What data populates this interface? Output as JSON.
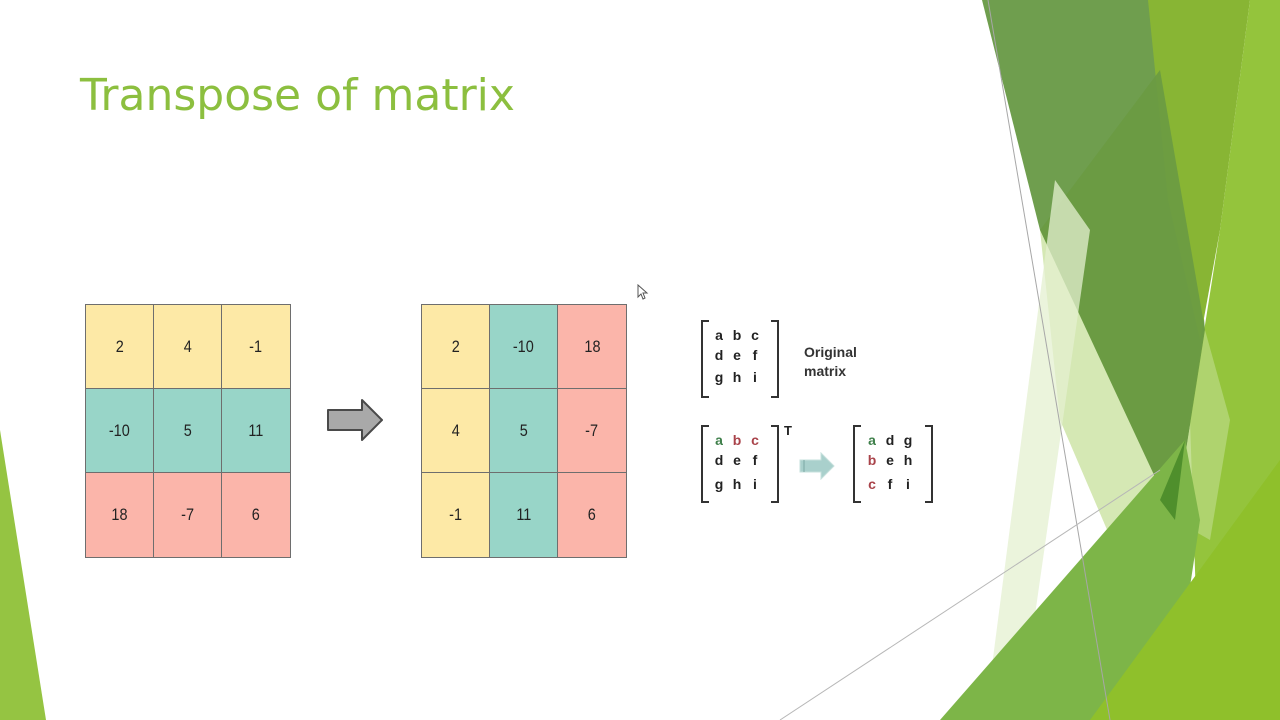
{
  "slide": {
    "title": "Transpose of matrix",
    "colors": {
      "title": "#8cbf3f",
      "yellow_cell": "#fde9a6",
      "teal_cell": "#98d5c8",
      "pink_cell": "#fbb5aa",
      "accent_dark_green": "#6a9a45",
      "accent_lime": "#8dbf2e"
    }
  },
  "original_matrix": {
    "rows": [
      [
        "2",
        "4",
        "-1"
      ],
      [
        "-10",
        "5",
        "11"
      ],
      [
        "18",
        "-7",
        "6"
      ]
    ],
    "row_colors": [
      "yellow",
      "teal",
      "pink"
    ]
  },
  "arrow": {
    "icon": "right-arrow-icon"
  },
  "transposed_matrix": {
    "rows": [
      [
        "2",
        "-10",
        "18"
      ],
      [
        "4",
        "5",
        "-7"
      ],
      [
        "-1",
        "11",
        "6"
      ]
    ],
    "column_colors": [
      "yellow",
      "teal",
      "pink"
    ]
  },
  "symbolic": {
    "original": {
      "rows": [
        [
          "a",
          "b",
          "c"
        ],
        [
          "d",
          "e",
          "f"
        ],
        [
          "g",
          "h",
          "i"
        ]
      ],
      "label_line1": "Original",
      "label_line2": "matrix"
    },
    "transpose_input": {
      "rows": [
        [
          "a",
          "b",
          "c"
        ],
        [
          "d",
          "e",
          "f"
        ],
        [
          "g",
          "h",
          "i"
        ]
      ],
      "superscript": "T"
    },
    "transpose_output": {
      "rows": [
        [
          "a",
          "d",
          "g"
        ],
        [
          "b",
          "e",
          "h"
        ],
        [
          "c",
          "f",
          "i"
        ]
      ]
    }
  }
}
